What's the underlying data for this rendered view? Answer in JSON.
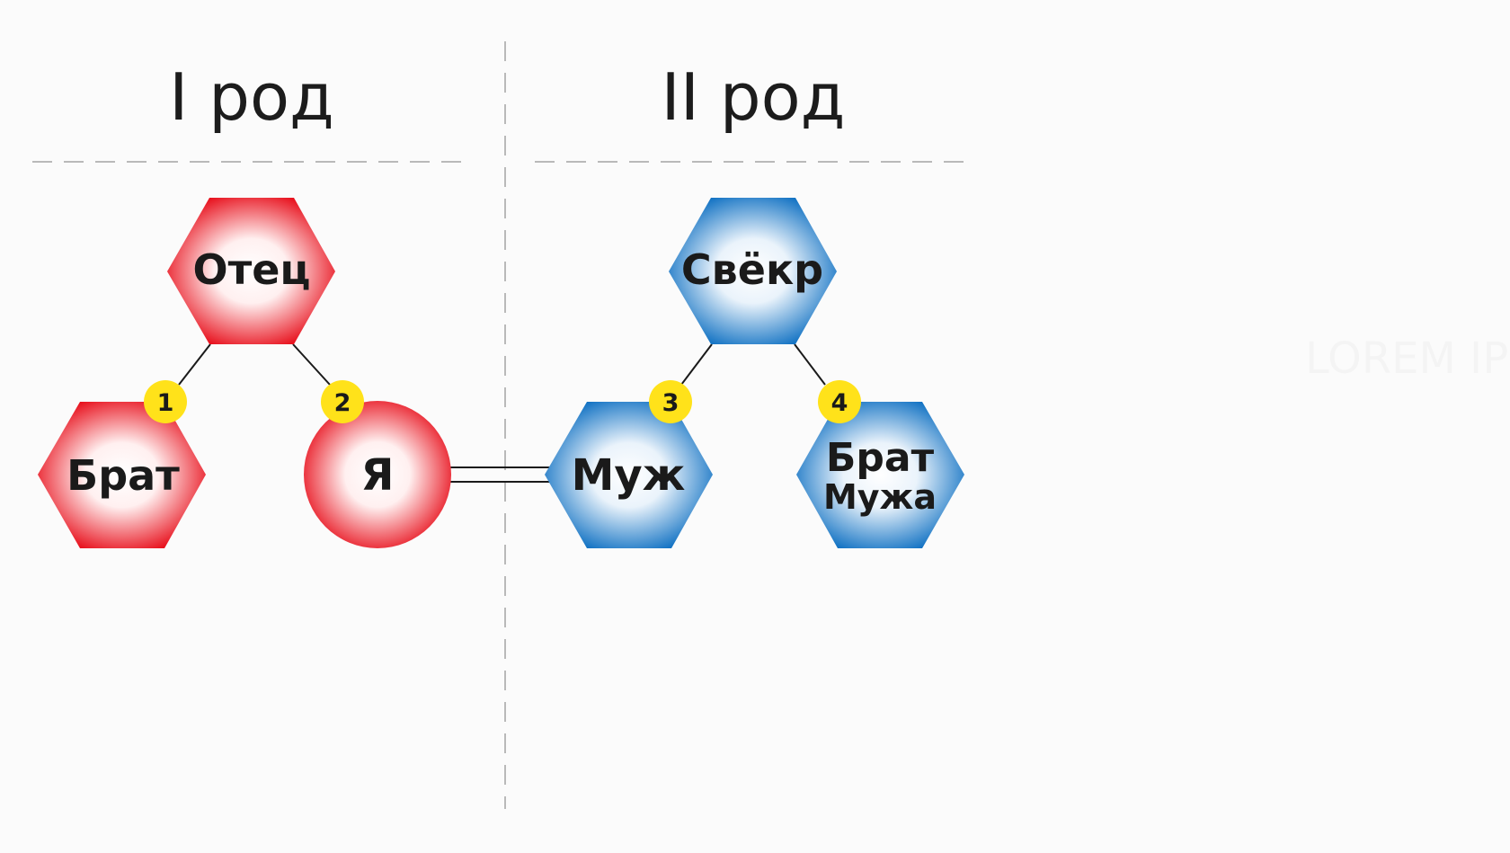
{
  "sections": {
    "left": {
      "title": "I род"
    },
    "right": {
      "title": "II род"
    }
  },
  "nodes": {
    "otec": {
      "label": "Отец"
    },
    "brat": {
      "label": "Брат"
    },
    "ya": {
      "label": "Я"
    },
    "svekr": {
      "label": "Свёкр"
    },
    "muzh": {
      "label": "Муж"
    },
    "brat_muzha": {
      "line1": "Брат",
      "line2": "Мужа"
    }
  },
  "badges": [
    "1",
    "2",
    "3",
    "4"
  ],
  "watermark": "LOREM IPS",
  "colors": {
    "red_edge": "#e8131f",
    "red_center": "#ffffff",
    "blue_edge": "#1574c4",
    "blue_center": "#ffffff",
    "badge": "#ffe21a",
    "divider": "#b9b9b9",
    "connector": "#1a1a1a"
  }
}
